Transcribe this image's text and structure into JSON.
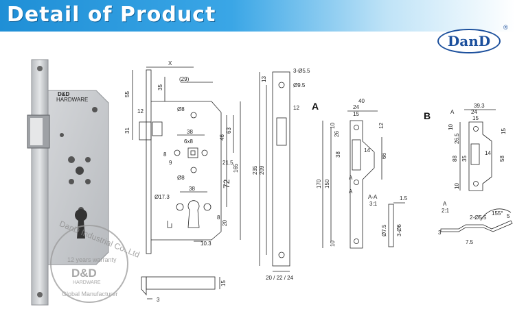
{
  "header": {
    "title": "Detail of Product"
  },
  "brand": {
    "logo_text": "DanD",
    "registered_mark": "®"
  },
  "lock_photo": {
    "brand_text": "D&D",
    "brand_sub": "HARDWARE"
  },
  "watermark": {
    "company": "DanD Industrial Co.,Ltd",
    "warranty": "12 years warranty",
    "logo": "D&D",
    "sub": "HARDWARE",
    "tagline": "Global Manufacturer"
  },
  "dimensions": {
    "front_view": {
      "x": "X",
      "d29": "(29)",
      "d35": "35",
      "d55": "55",
      "d12": "12",
      "d31": "31",
      "d8a": "Ø8",
      "d38a": "38",
      "d6x8": "6x8",
      "d8": "8",
      "d9": "9",
      "d8b": "Ø8",
      "d63": "63",
      "d46": "46",
      "d21_5": "21.5",
      "d72": "72",
      "d165": "165",
      "d17_3": "Ø17.3",
      "d38b": "38",
      "d8c": "8",
      "d20": "20",
      "d10_3": "10.3",
      "d15": "15",
      "d3": "3"
    },
    "faceplate": {
      "holes": "3-Ø5.5",
      "d9_5": "Ø9.5",
      "d13": "13",
      "d12": "12",
      "d235": "235",
      "d209": "209",
      "widths": "20 / 22 / 24"
    },
    "strike_a": {
      "label": "A",
      "d40": "40",
      "d24": "24",
      "d15": "15",
      "d10": "10",
      "d26": "26",
      "d12": "12",
      "d14": "14",
      "d38": "38",
      "d66": "66",
      "d170": "170",
      "d150": "150",
      "d10b": "10",
      "sec": "A-A",
      "scale": "3:1",
      "d1_5": "1.5",
      "d7_5": "Ø7.5",
      "d3_6": "3-Ø6",
      "markA1": "A",
      "markA2": "A"
    },
    "strike_b": {
      "label": "B",
      "d39_3": "39.3",
      "d24": "24",
      "d15": "15",
      "markA": "A",
      "d10": "10",
      "d26_5": "26.5",
      "d14": "14",
      "d88": "88",
      "d35": "35",
      "d58": "58",
      "d15b": "15",
      "d10b": "10",
      "sec": "A",
      "scale": "2:1",
      "d2_5_5": "2-Ø5.5",
      "d155": "155°",
      "d3": "3",
      "d7_5": "7.5",
      "d5": "5"
    }
  }
}
